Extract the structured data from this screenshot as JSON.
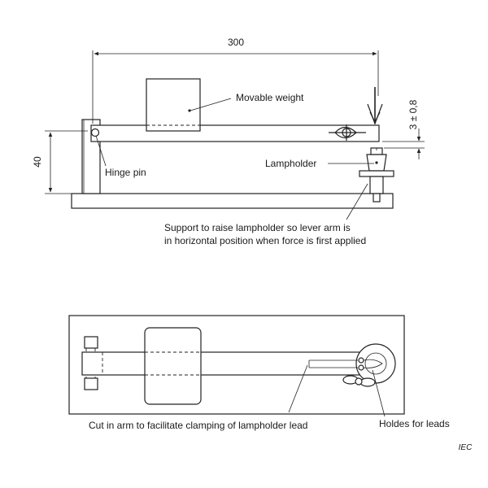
{
  "dimensions": {
    "length": "300",
    "height": "40",
    "gap": "3 ± 0,8"
  },
  "labels": {
    "movable_weight": "Movable weight",
    "hinge_pin": "Hinge pin",
    "lampholder": "Lampholder",
    "support_line1": "Support to raise lampholder so lever arm is",
    "support_line2": "in horizontal position when force is first applied",
    "cut_in_arm": "Cut in arm to facilitate clamping of lampholder lead",
    "holes_for_leads": "Holdes for leads"
  },
  "footer": {
    "source": "IEC"
  }
}
